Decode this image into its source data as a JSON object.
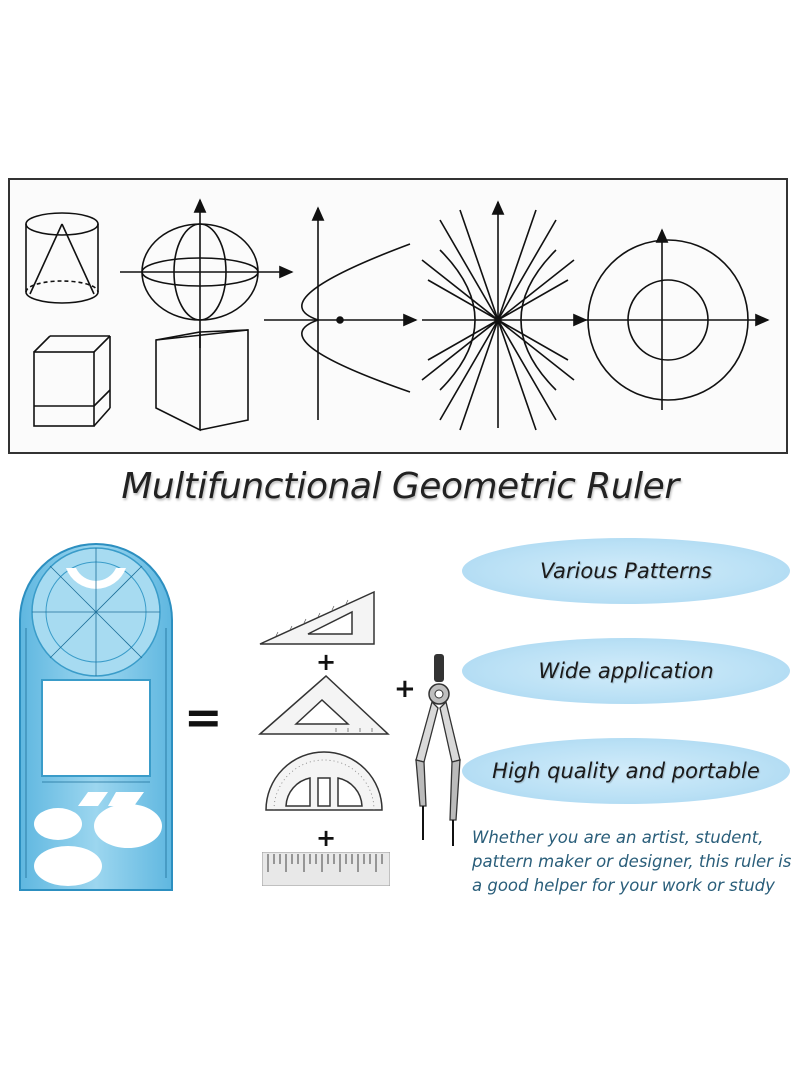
{
  "headline": "Multifunctional Geometric Ruler",
  "features": [
    {
      "label": "Various Patterns"
    },
    {
      "label": "Wide application"
    },
    {
      "label": "High quality and portable"
    }
  ],
  "description": "Whether you are an artist, student, pattern maker or designer, this ruler is a good helper for your work or study",
  "operators": {
    "equals": "=",
    "plus": "+"
  },
  "colors": {
    "ruler_blue": "#7cc7e6",
    "pill_blue": "#b9e0f5",
    "description_text": "#2a5e7a"
  },
  "icons": [
    "cylinder-cone-shape",
    "ellipsoid-axes",
    "parabola-axes",
    "line-star-axes",
    "concentric-circles-axes",
    "cube-shape",
    "triangular-prism-shape",
    "geometric-ruler",
    "set-square-45",
    "set-square-30-60",
    "protractor",
    "straight-ruler",
    "drawing-compass"
  ]
}
